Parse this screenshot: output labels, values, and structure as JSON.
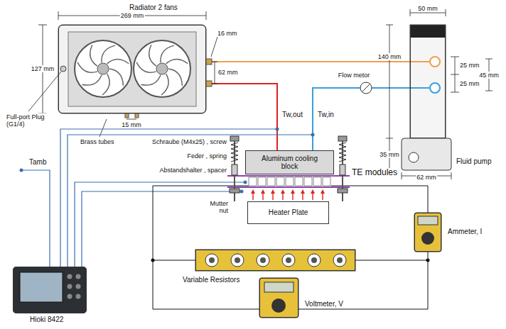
{
  "diagram": {
    "nodes": [
      {
        "text": [
          "Radiator 2 fans"
        ]
      },
      {
        "text": [
          "Fluid pump"
        ]
      },
      {
        "text": [
          "Aluminum cooling block"
        ]
      },
      {
        "text": [
          "Heater Plate"
        ]
      },
      {
        "text": [
          "Variable Resistors"
        ]
      },
      {
        "text": [
          "Ammeter, I"
        ]
      },
      {
        "text": [
          "Voltmeter, V"
        ]
      },
      {
        "text": [
          "Hioki 8422"
        ]
      }
    ],
    "edges": [
      {
        "from": 0,
        "to": 1,
        "arrow": "none"
      },
      {
        "from": 0,
        "to": 2,
        "arrow": "none"
      },
      {
        "from": 1,
        "to": 2,
        "arrow": "none"
      },
      {
        "from": 4,
        "to": 5,
        "arrow": "none"
      }
    ],
    "labels": [
      "269 mm",
      "127 mm",
      "16 mm",
      "62 mm",
      "15 mm",
      "Full-port Plug (G1/4)",
      "Brass tubes",
      "50 mm",
      "140 mm",
      "25 mm",
      "25 mm",
      "45 mm",
      "35 mm",
      "62 mm",
      "Flow metor",
      "Tw,out",
      "Tw,in",
      "Tamb",
      "Schraube (M4x25) , screw",
      "Feder , spring",
      "Abstandshalter , spacer",
      "TE modules",
      "Mutter nut"
    ]
  }
}
